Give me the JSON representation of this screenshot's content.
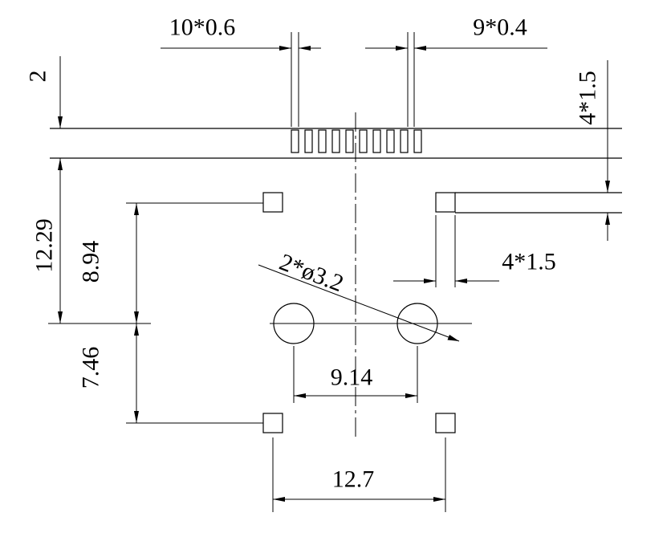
{
  "drawing": {
    "background": "#ffffff",
    "line_color": "#000000",
    "dims": {
      "pin_width": "10*0.6",
      "pin_gap": "9*0.4",
      "strip_thickness": "2",
      "side_tab": "4*1.5",
      "pad_size": "4*1.5",
      "strip_to_hole": "12.29",
      "pad_to_hole": "8.94",
      "hole_to_pad": "7.46",
      "hole_spec": "2*ø3.2",
      "hole_pitch": "9.14",
      "pad_pitch": "12.7"
    }
  }
}
